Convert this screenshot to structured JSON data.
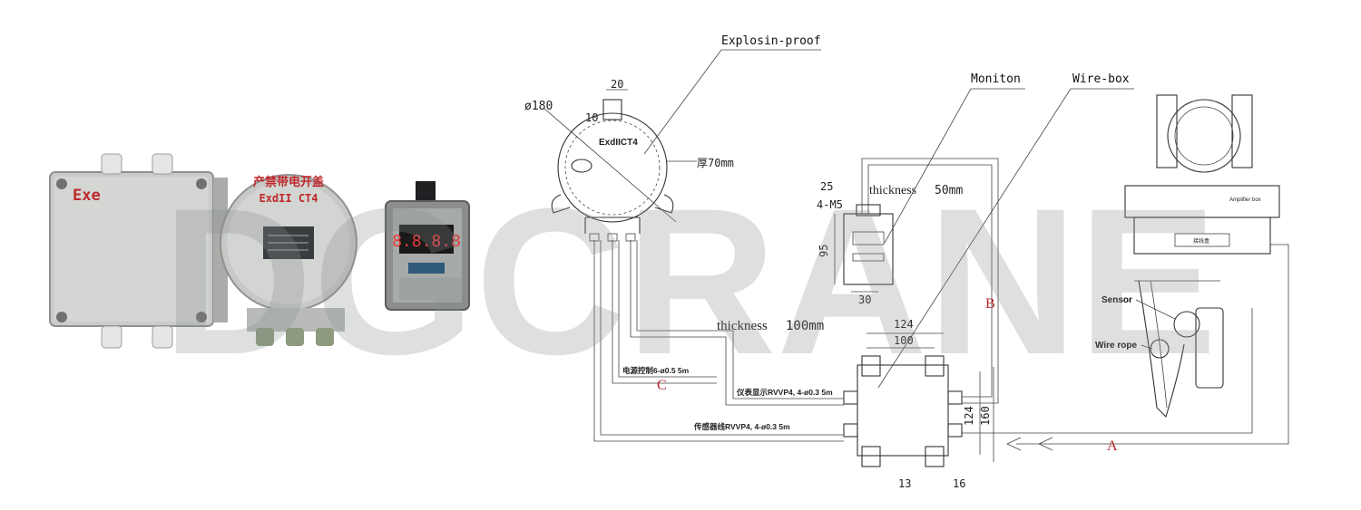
{
  "photos": {
    "big_box_label": "Exe",
    "round_box_label_line1": "产禁带电开盖",
    "round_box_label_line2": "ExdII CT4",
    "display_digits": "8.8.8.8"
  },
  "watermark": "DGCRANE",
  "diagram": {
    "explosion_proof_label": "Explosin-proof",
    "monitor_label": "Moniton",
    "wirebox_label": "Wire-box",
    "dia_180": "ø180",
    "dim_20": "20",
    "dim_10": "10",
    "exd_marking": "ExdIICT4",
    "thick_70": "厚70mm",
    "dim_25": "25",
    "m5": "4-M5",
    "thickness_word_1": "thickness",
    "thickness_val_1": "50mm",
    "dim_95": "95",
    "dim_30": "30",
    "thickness_word_2": "thickness",
    "thickness_val_2": "100mm",
    "dim_124_top": "124",
    "dim_100": "100",
    "dim_124_side": "124",
    "dim_160": "160",
    "dim_13": "13",
    "dim_16": "16",
    "cable_power": "电源控制6-ø0.5  5m",
    "cable_display": "仪表显示RVVP4, 4-ø0.3  5m",
    "cable_sensor": "传感器线RVVP4, 4-ø0.3  5m",
    "letter_a": "A",
    "letter_b": "B",
    "letter_c": "C",
    "sensor_label": "Sensor",
    "wire_rope_label": "Wire rope",
    "amplifier_label": "Amplifier box",
    "small_label": "接线盒"
  }
}
